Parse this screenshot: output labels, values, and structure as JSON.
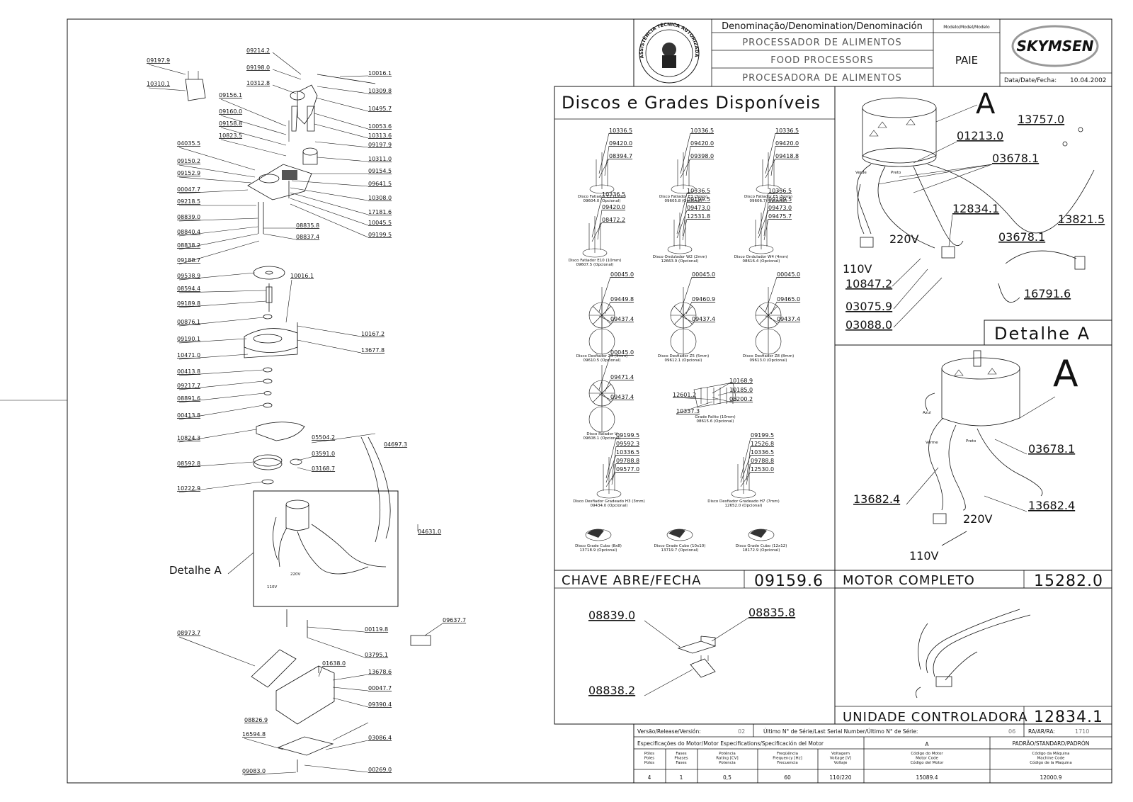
{
  "title_block": {
    "denomination_header": "Denominação/Denomination/Denominación",
    "name_pt": "PROCESSADOR DE ALIMENTOS",
    "name_en": "FOOD PROCESSORS",
    "name_es": "PROCESADORA DE ALIMENTOS",
    "model_header": "Modelo/Model/Modelo",
    "model_value": "PAIE",
    "brand": "SKYMSEN",
    "date_label": "Data/Date/Fecha:",
    "date_value": "10.04.2002",
    "seal_text": "ASSISTÊNCIA TÉCNICA AUTORIZADA"
  },
  "discs_panel": {
    "title": "Discos e Grades Disponíveis",
    "items": [
      {
        "cap1": "Disco Fatiador E1 (1mm)",
        "cap2": "09604.0 (Opcional)",
        "parts": [
          "10336.5",
          "09420.0",
          "08394.7"
        ]
      },
      {
        "cap1": "Disco Fatiador E3 (3mm)",
        "cap2": "09605.8 (Opcional)",
        "parts": [
          "10336.5",
          "09420.0",
          "09398.0"
        ]
      },
      {
        "cap1": "Disco Fatiador E5 (5mm)",
        "cap2": "09606.7 (Opcional)",
        "parts": [
          "10336.5",
          "09420.0",
          "09418.8"
        ]
      },
      {
        "cap1": "Disco Fatiador E10 (10mm)",
        "cap2": "09607.5 (Opcional)",
        "parts": [
          "10336.5",
          "09420.0",
          "08472.2"
        ]
      },
      {
        "cap1": "Disco Ondulador W2 (2mm)",
        "cap2": "12663.9 (Opcional)",
        "parts": [
          "10336.5",
          "09199.5",
          "09473.0",
          "12531.8"
        ]
      },
      {
        "cap1": "Disco Ondulador W4 (4mm)",
        "cap2": "08616.4 (Opcional)",
        "parts": [
          "10336.5",
          "09199.5",
          "09473.0",
          "09475.7"
        ]
      },
      {
        "cap1": "Disco Desfiador Z3 (3mm)",
        "cap2": "09610.5 (Opcional)",
        "parts": [
          "00045.0",
          "09449.8",
          "09437.4"
        ]
      },
      {
        "cap1": "Disco Desfiador Z5 (5mm)",
        "cap2": "09612.1 (Opcional)",
        "parts": [
          "00045.0",
          "09460.9",
          "09437.4"
        ]
      },
      {
        "cap1": "Disco Desfiador Z8 (8mm)",
        "cap2": "09613.0 (Opcional)",
        "parts": [
          "00045.0",
          "09465.0",
          "09437.4"
        ]
      },
      {
        "cap1": "Disco Ralador V",
        "cap2": "09608.1 (Opcional)",
        "parts": [
          "00045.0",
          "09471.4",
          "09437.4"
        ]
      },
      {
        "cap1": "Grade Palito (10mm)",
        "cap2": "08615.6 (Opcional)",
        "parts": [
          "10168.9",
          "10185.0",
          "08200.2",
          "12601.2",
          "10337.3"
        ]
      },
      {
        "cap1": "Disco Desfiador Gradeado H3 (3mm)",
        "cap2": "09434.0 (Opcional)",
        "parts": [
          "09199.5",
          "09592.3",
          "10336.5",
          "09788.8",
          "09577.0"
        ]
      },
      {
        "cap1": "Disco Desfiador Gradeado H7 (7mm)",
        "cap2": "12652.0 (Opcional)",
        "parts": [
          "09199.5",
          "12526.8",
          "10336.5",
          "09788.8",
          "12530.0"
        ]
      },
      {
        "cap1": "Disco Grade Cubo (8x8)",
        "cap2": "13718.9 (Opcional)",
        "parts": []
      },
      {
        "cap1": "Disco Grade Cubo (10x10)",
        "cap2": "13719.7 (Opcional)",
        "parts": []
      },
      {
        "cap1": "Disco Grade Cubo (12x12)",
        "cap2": "18172.9 (Opcional)",
        "parts": []
      }
    ]
  },
  "detail_a": {
    "letter": "A",
    "label": "Detalhe A",
    "parts_top": [
      "13757.0",
      "01213.0",
      "03678.1",
      "12834.1",
      "13821.5",
      "03678.1",
      "10847.2",
      "03075.9",
      "03088.0",
      "16791.6"
    ],
    "voltage_220": "220V",
    "voltage_110": "110V",
    "wire_preto": "Preto",
    "wire_verde": "Verde",
    "wire_azul": "Azul",
    "wire_vermelho": "Verme",
    "parts_bottom": [
      "03678.1",
      "13682.4",
      "13682.4"
    ]
  },
  "chave": {
    "label": "CHAVE ABRE/FECHA",
    "code": "09159.6",
    "parts": [
      "08839.0",
      "08835.8",
      "08838.2"
    ]
  },
  "motor": {
    "label": "MOTOR COMPLETO",
    "code": "15282.0"
  },
  "unidade": {
    "label": "UNIDADE CONTROLADORA",
    "code": "12834.1"
  },
  "exploded": {
    "left_parts": [
      "09197.9",
      "10310.1",
      "09156.1",
      "09160.0",
      "09158.8",
      "10823.5",
      "04035.5",
      "09150.2",
      "09152.9",
      "00047.7",
      "09218.5",
      "08839.0",
      "08840.4",
      "08838.2",
      "09188.7",
      "09538.9",
      "08594.4",
      "09189.8",
      "00876.1",
      "09190.1",
      "10471.0",
      "00413.8",
      "09217.7",
      "08891.6",
      "00413.8",
      "10824.3",
      "08592.8",
      "10222.9",
      "08973.7",
      "16594.8",
      "09083.0"
    ],
    "right_parts": [
      "09214.2",
      "09198.0",
      "10312.8",
      "10016.1",
      "10309.8",
      "10495.7",
      "10053.6",
      "10313.6",
      "09197.9",
      "10311.0",
      "09154.5",
      "09641.5",
      "10308.0",
      "17181.6",
      "10045.5",
      "09199.5",
      "08835.8",
      "08837.4",
      "10016.1",
      "10167.2",
      "13677.8",
      "05504.2",
      "04697.3",
      "03591.0",
      "03168.7",
      "04631.0",
      "00119.8",
      "03795.1",
      "09637.7",
      "01638.0",
      "13678.6",
      "00047.7",
      "09390.4",
      "08826.9",
      "03086.4",
      "00269.0"
    ],
    "detail_label": "Detalhe  A",
    "v220": "220V",
    "v110": "110V"
  },
  "footer": {
    "release_label": "Versão/Release/Versión:",
    "release_value": "02",
    "serial_label": "Último N° de Série/Last Serial Number/Último N° de Série:",
    "serial_value": "06",
    "ra_label": "RA/AR/RA:",
    "ra_value": "1710",
    "spec_label": "Especificações do Motor/Motor Especifications/Specificación del Motor",
    "motor_letter": "A",
    "standard_label": "PADRÃO/STANDARD/PADRÓN",
    "cols": [
      {
        "h": [
          "Pólos",
          "Poles",
          "Polos"
        ],
        "v": "4"
      },
      {
        "h": [
          "Fases",
          "Phases",
          "Fases"
        ],
        "v": "1"
      },
      {
        "h": [
          "Potência",
          "Rating [CV]",
          "Potencia"
        ],
        "v": "0,5"
      },
      {
        "h": [
          "Freqüência",
          "Frequency [Hz]",
          "Frecuencia"
        ],
        "v": "60"
      },
      {
        "h": [
          "Voltagem",
          "Voltage [V]",
          "Voltaje"
        ],
        "v": "110/220"
      },
      {
        "h": [
          "Código do Motor",
          "Motor Code",
          "Código del Motor"
        ],
        "v": "15089.4"
      },
      {
        "h": [
          "Código da Máquina",
          "Machine Code",
          "Código de la Maquina"
        ],
        "v": "12000.9"
      }
    ]
  }
}
